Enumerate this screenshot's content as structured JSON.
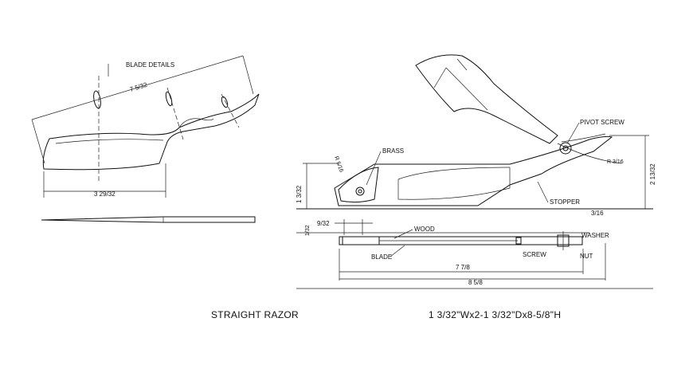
{
  "labels": {
    "blade_details": "BLADE DETAILS",
    "brass": "BRASS",
    "pivot_screw": "PIVOT SCREW",
    "stopper": "STOPPER",
    "wood": "WOOD",
    "washer": "WASHER",
    "blade": "BLADE",
    "screw": "SCREW",
    "nut": "NUT"
  },
  "dimensions": {
    "blade_angle": "7 5/32",
    "blade_length": "3 29/32",
    "side_height": "1 3/32",
    "thickness": "1/32",
    "edge_offset": "9/32",
    "stop_offset": "3/16",
    "right_height": "2 13/32",
    "handle_length": "7 7/8",
    "overall_length": "8 5/8",
    "pivot_radius": "R 3/16",
    "brass_radius": "R 5/16"
  },
  "captions": {
    "title": "STRAIGHT RAZOR",
    "spec": "1 3/32\"Wx2-1 3/32\"Dx8-5/8\"H"
  }
}
